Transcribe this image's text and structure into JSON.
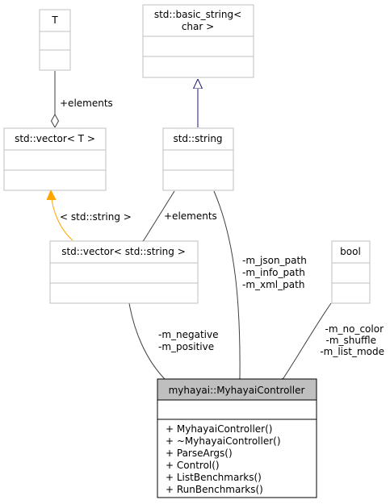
{
  "nodes": {
    "t": {
      "title": "T"
    },
    "basic_string": {
      "title_lines": [
        "std::basic_string<",
        "char >"
      ]
    },
    "vector_t": {
      "title": "std::vector< T >"
    },
    "string": {
      "title": "std::string"
    },
    "vector_string": {
      "title": "std::vector< std::string >"
    },
    "bool": {
      "title": "bool"
    },
    "controller": {
      "title": "myhayai::MyhayaiController",
      "methods": [
        "+ MyhayaiController()",
        "+ ~MyhayaiController()",
        "+ ParseArgs()",
        "+ Control()",
        "+ ListBenchmarks()",
        "+ RunBenchmarks()"
      ]
    }
  },
  "edges": {
    "t_to_vector": {
      "label": "+elements"
    },
    "string_to_vector": {
      "label": "+elements"
    },
    "template_arg": {
      "label": "< std::string >"
    },
    "vector_to_controller": {
      "labels": [
        "-m_negative",
        "-m_positive"
      ]
    },
    "string_to_controller": {
      "labels": [
        "-m_json_path",
        "-m_info_path",
        "-m_xml_path"
      ]
    },
    "bool_to_controller": {
      "labels": [
        "-m_no_color",
        "-m_shuffle",
        "-m_list_mode"
      ]
    }
  },
  "colors": {
    "edge": "#404040",
    "inherit": "#191970",
    "template": "#ffa500",
    "main_header": "#bfbfbf",
    "box_border": "#bfbfbf"
  }
}
